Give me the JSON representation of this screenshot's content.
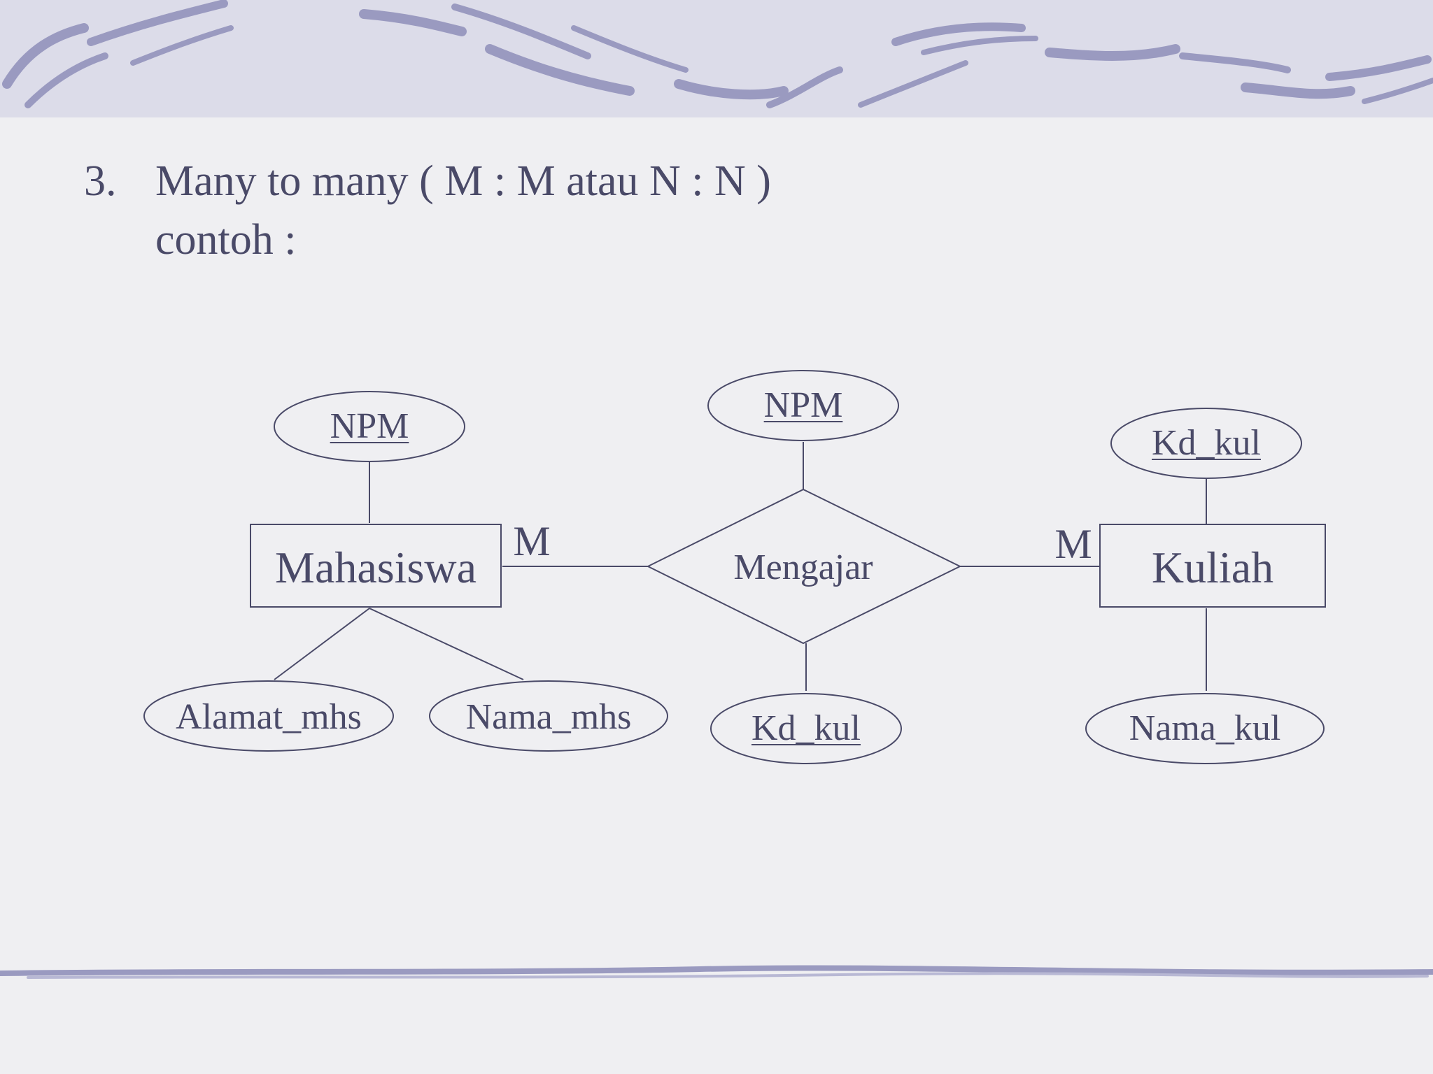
{
  "slide": {
    "item_number": "3.",
    "title": "Many to many ( M : M atau N : N )",
    "subtitle": "contoh :"
  },
  "diagram": {
    "entities": {
      "left": "Mahasiswa",
      "right": "Kuliah"
    },
    "relationship": "Mengajar",
    "cardinality": {
      "left": "M",
      "right": "M"
    },
    "attributes": {
      "mahasiswa_key": "NPM",
      "mahasiswa_address": "Alamat_mhs",
      "mahasiswa_name": "Nama_mhs",
      "relationship_top": "NPM",
      "relationship_bottom": "Kd_kul",
      "kuliah_key": "Kd_kul",
      "kuliah_name": "Nama_kul"
    }
  },
  "colors": {
    "ink": "#4a4a68",
    "background": "#efeff2",
    "band": "#dcdce9",
    "stroke_accent": "#9a9ac0"
  }
}
